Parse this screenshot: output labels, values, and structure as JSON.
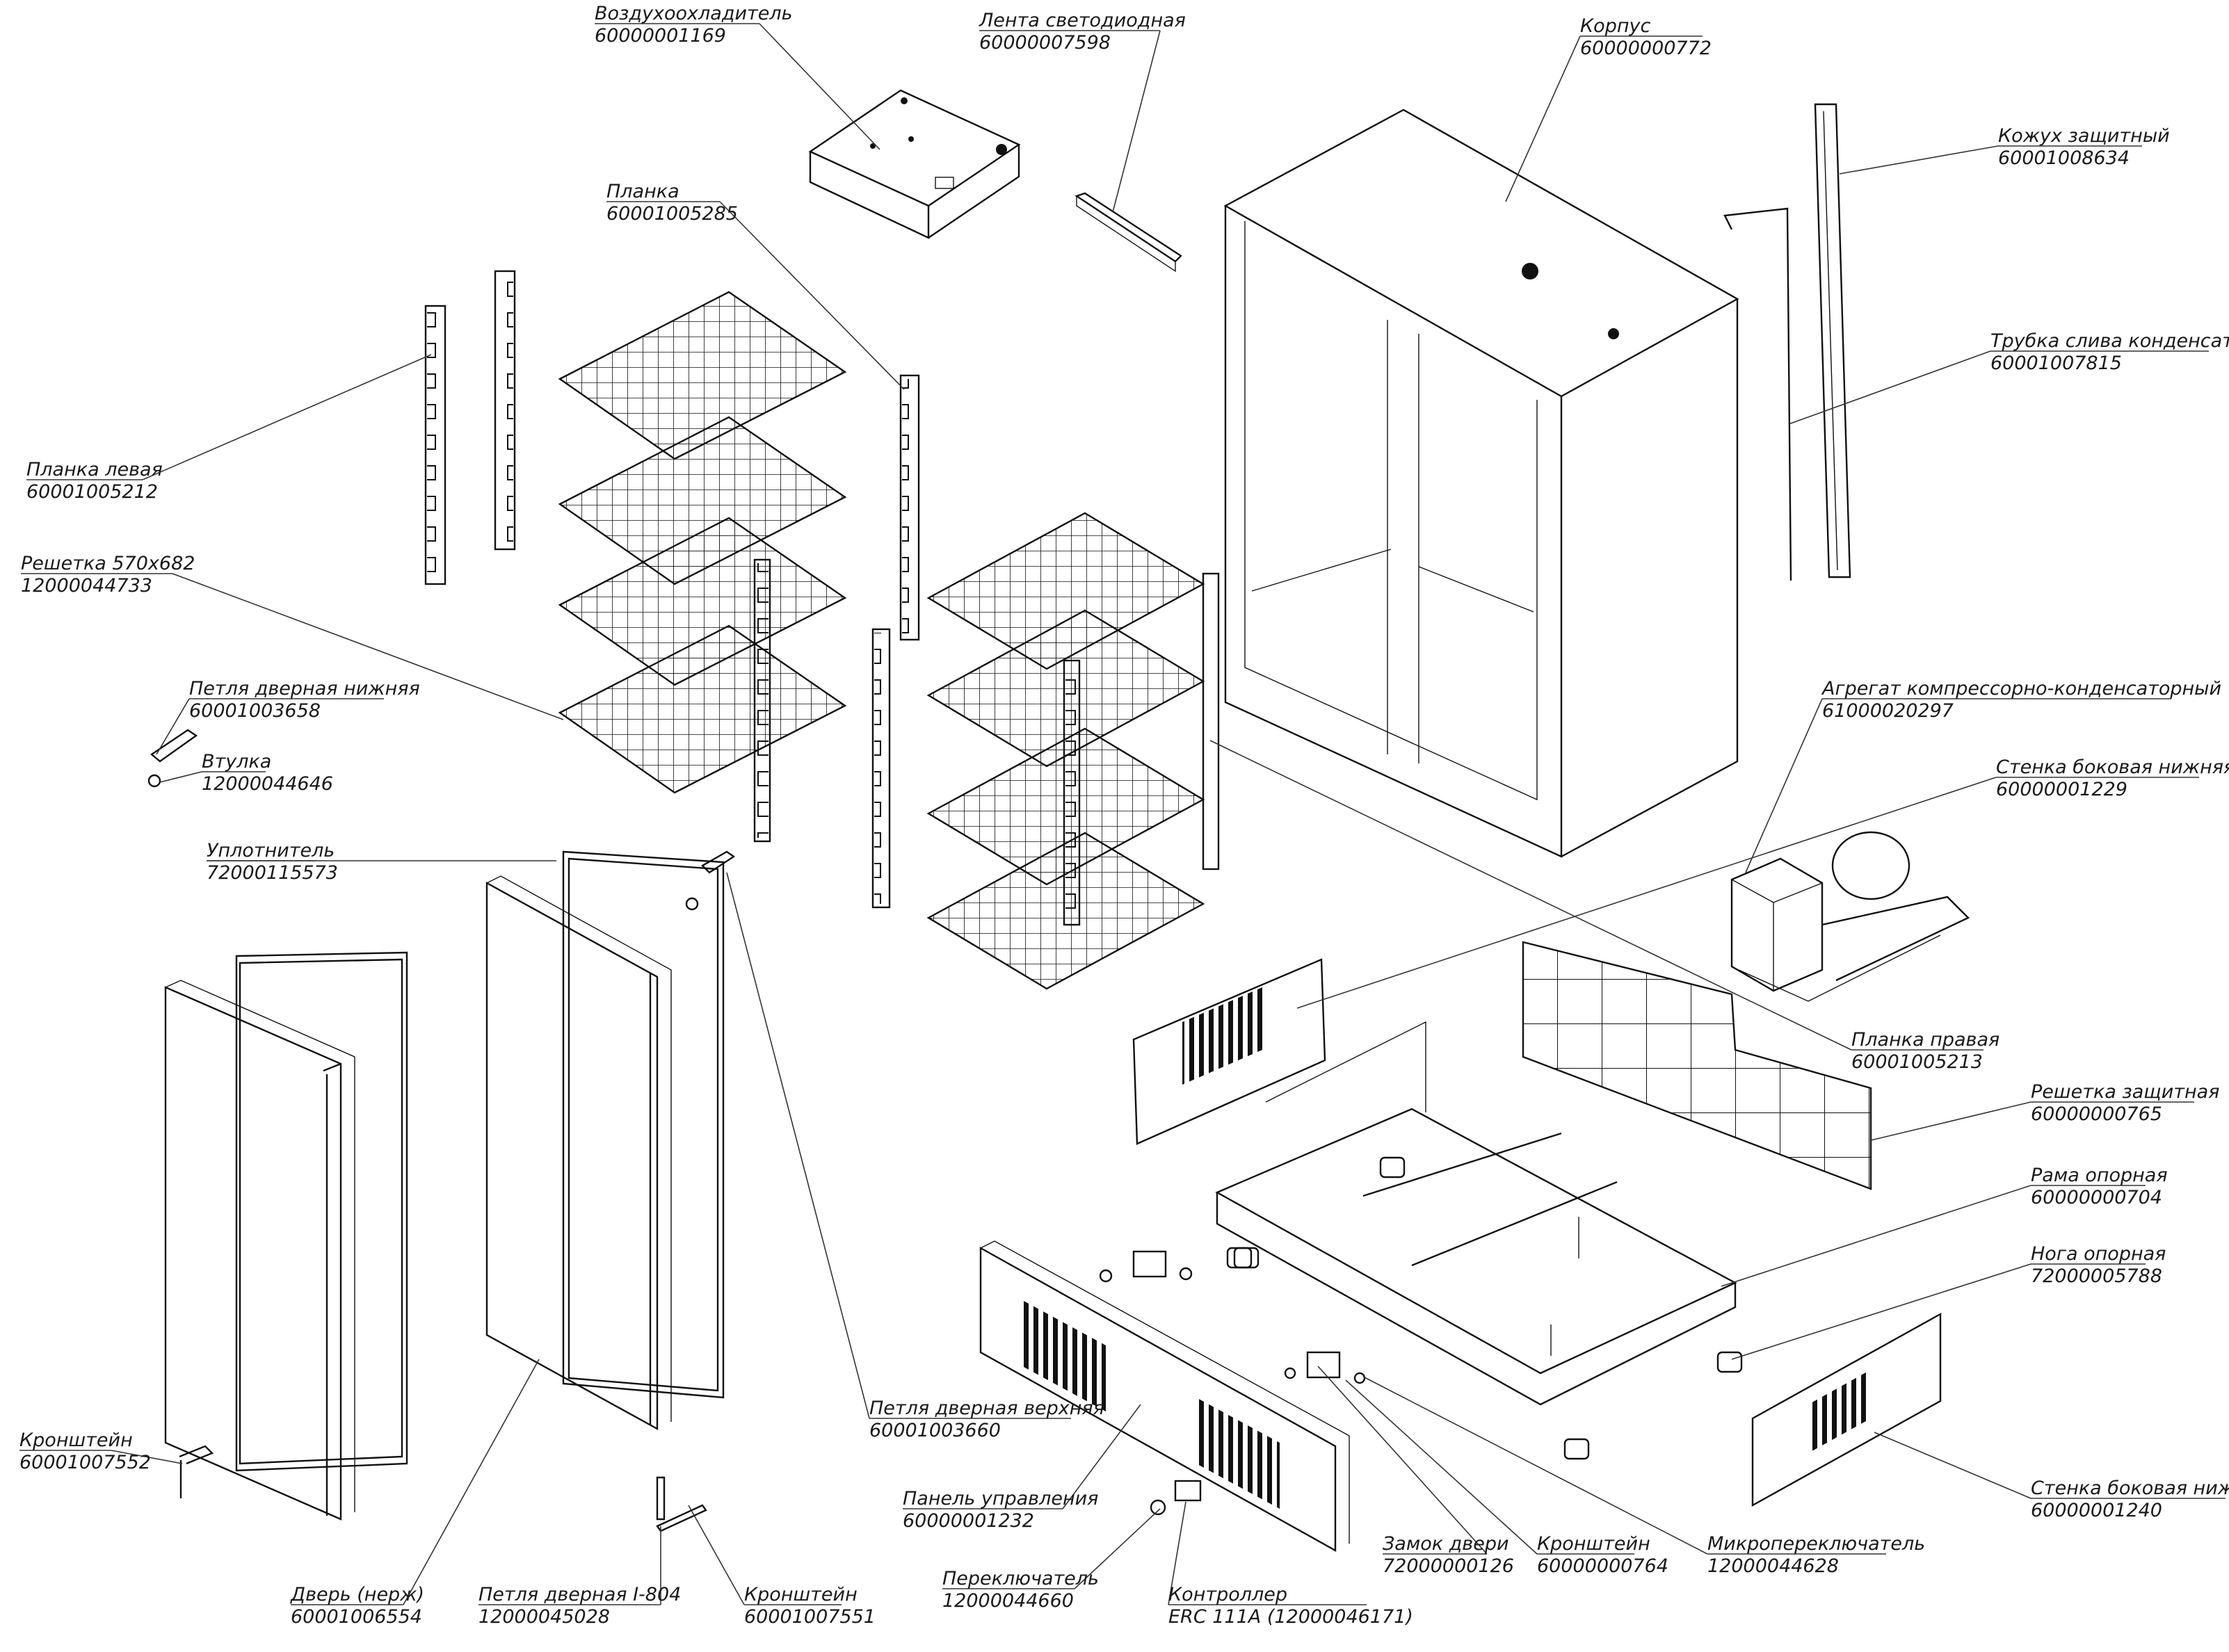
{
  "parts": [
    {
      "id": "air-cooler",
      "name": "Воздухоохладитель",
      "code": "60000001169"
    },
    {
      "id": "led-strip",
      "name": "Лента светодиодная",
      "code": "60000007598"
    },
    {
      "id": "housing",
      "name": "Корпус",
      "code": "60000000772"
    },
    {
      "id": "protective-cover",
      "name": "Кожух защитный",
      "code": "60001008634"
    },
    {
      "id": "bar",
      "name": "Планка",
      "code": "60001005285"
    },
    {
      "id": "condensate-tube",
      "name": "Трубка слива конденсата",
      "code": "60001007815"
    },
    {
      "id": "left-bar",
      "name": "Планка левая",
      "code": "60001005212"
    },
    {
      "id": "grate",
      "name": "Решетка 570х682",
      "code": "12000044733"
    },
    {
      "id": "compressor-unit",
      "name": "Агрегат компрессорно-конденсаторный",
      "code": "61000020297"
    },
    {
      "id": "lower-hinge",
      "name": "Петля дверная нижняя",
      "code": "60001003658"
    },
    {
      "id": "lower-side-wall-1",
      "name": "Стенка боковая нижняя",
      "code": "60000001229"
    },
    {
      "id": "bushing",
      "name": "Втулка",
      "code": "12000044646"
    },
    {
      "id": "seal",
      "name": "Уплотнитель",
      "code": "72000115573"
    },
    {
      "id": "right-bar",
      "name": "Планка правая",
      "code": "60001005213"
    },
    {
      "id": "protective-grate",
      "name": "Решетка защитная",
      "code": "60000000765"
    },
    {
      "id": "support-frame",
      "name": "Рама опорная",
      "code": "60000000704"
    },
    {
      "id": "support-leg",
      "name": "Нога опорная",
      "code": "72000005788"
    },
    {
      "id": "upper-hinge",
      "name": "Петля дверная верхняя",
      "code": "60001003660"
    },
    {
      "id": "bracket-1",
      "name": "Кронштейн",
      "code": "60001007552"
    },
    {
      "id": "control-panel",
      "name": "Панель управления",
      "code": "60000001232"
    },
    {
      "id": "lower-side-wall-2",
      "name": "Стенка боковая нижняя",
      "code": "60000001240"
    },
    {
      "id": "door-lock",
      "name": "Замок двери",
      "code": "72000000126"
    },
    {
      "id": "bracket-2",
      "name": "Кронштейн",
      "code": "60000000764"
    },
    {
      "id": "microswitch",
      "name": "Микропереключатель",
      "code": "12000044628"
    },
    {
      "id": "switch",
      "name": "Переключатель",
      "code": "12000044660"
    },
    {
      "id": "door",
      "name": "Дверь (нерж)",
      "code": "60001006554"
    },
    {
      "id": "door-hinge",
      "name": "Петля дверная I-804",
      "code": "12000045028"
    },
    {
      "id": "bracket-3",
      "name": "Кронштейн",
      "code": "60001007551"
    },
    {
      "id": "controller",
      "name": "Контроллер",
      "code": "ERC 111A (12000046171)"
    }
  ]
}
